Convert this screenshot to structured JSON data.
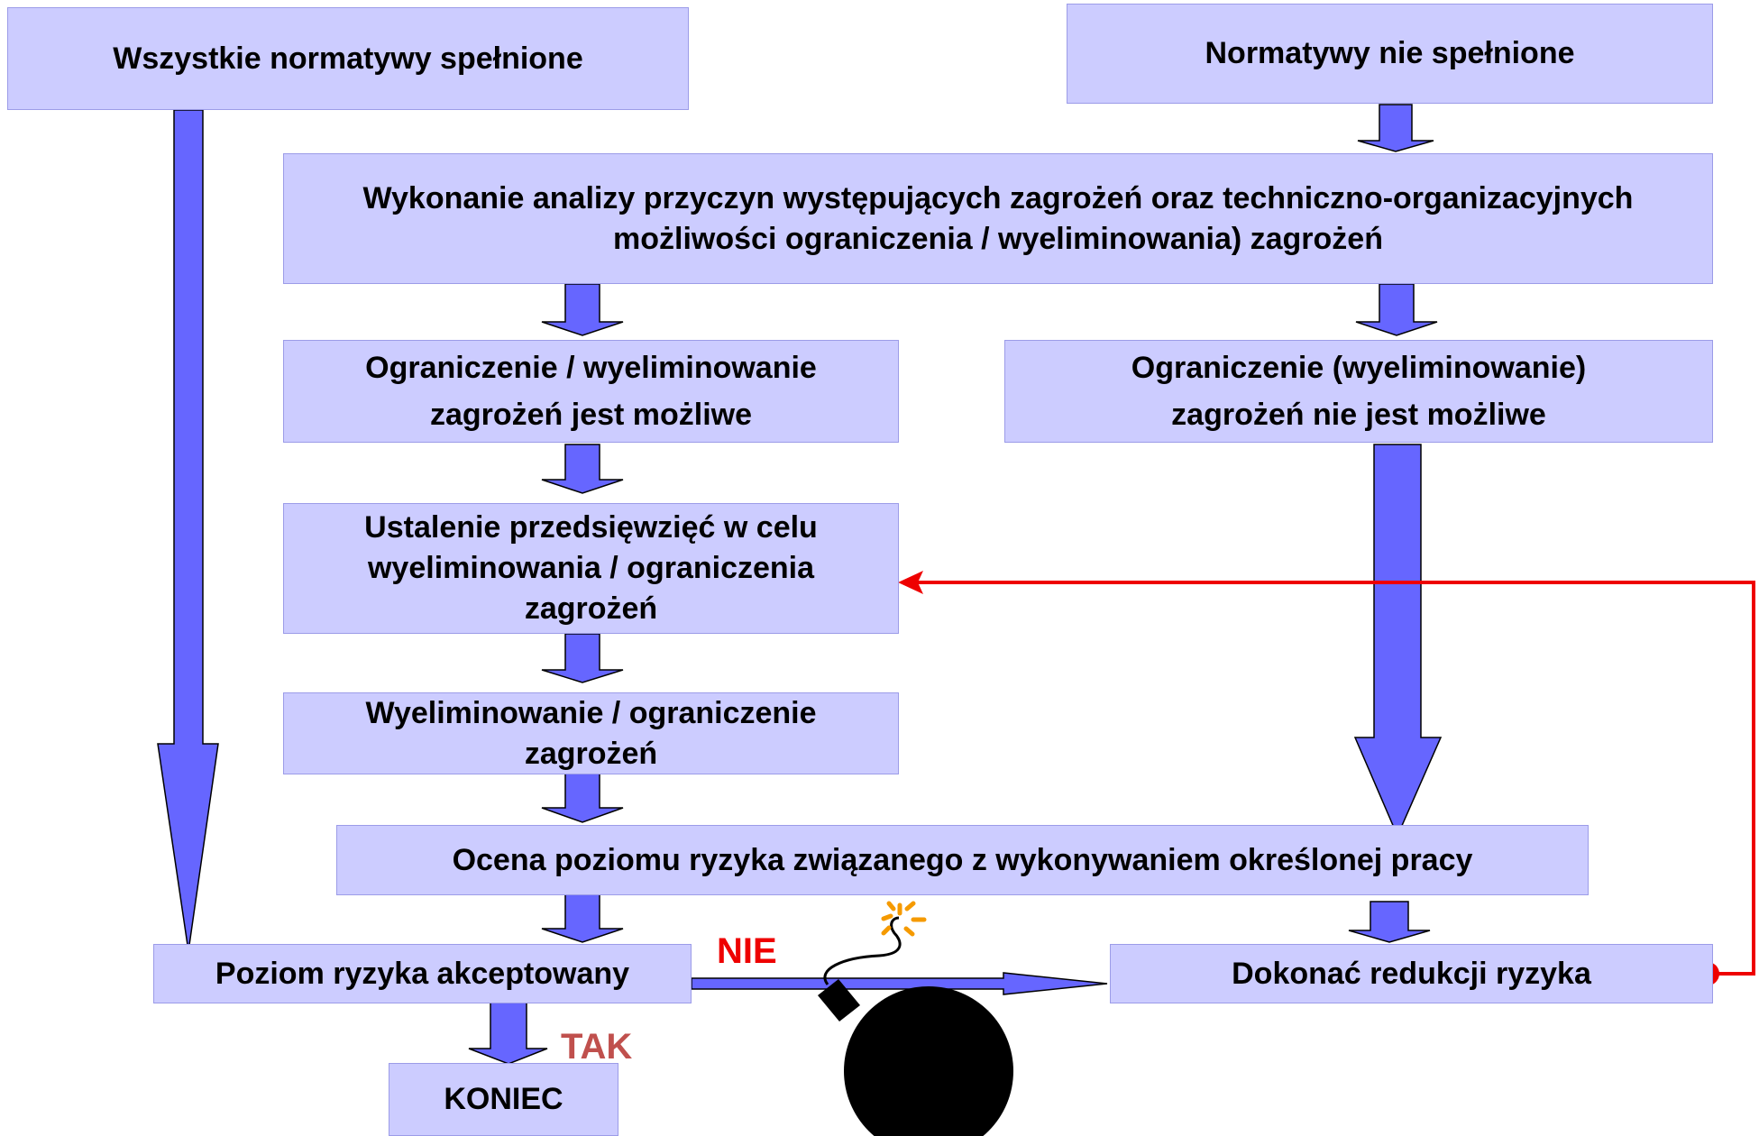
{
  "nodes": {
    "all_met": "Wszystkie normatywy spełnione",
    "not_met": "Normatywy nie spełnione",
    "analysis_1": "Wykonanie analizy przyczyn występujących zagrożeń oraz techniczno-organizacyjnych",
    "analysis_2": "możliwości ograniczenia / wyeliminowania) zagrożeń",
    "possible_1": "Ograniczenie / wyeliminowanie",
    "possible_2": "zagrożeń jest możliwe",
    "impossible_1": "Ograniczenie (wyeliminowanie)",
    "impossible_2": "zagrożeń nie jest możliwe",
    "measures_1": "Ustalenie przedsięwzięć w celu",
    "measures_2": "wyeliminowania / ograniczenia",
    "measures_3": "zagrożeń",
    "eliminate_1": "Wyeliminowanie / ograniczenie",
    "eliminate_2": "zagrożeń",
    "assessment": "Ocena poziomu ryzyka związanego z wykonywaniem określonej pracy",
    "accepted": "Poziom ryzyka akceptowany",
    "reduce": "Dokonać redukcji ryzyka",
    "end": "KONIEC"
  },
  "labels": {
    "no": "NIE",
    "yes": "TAK"
  },
  "colors": {
    "box_fill": "#ccccff",
    "arrow_fill": "#6666ff",
    "feedback": "#ee0000",
    "no_label": "#ee0000",
    "yes_label": "#c0504d"
  }
}
